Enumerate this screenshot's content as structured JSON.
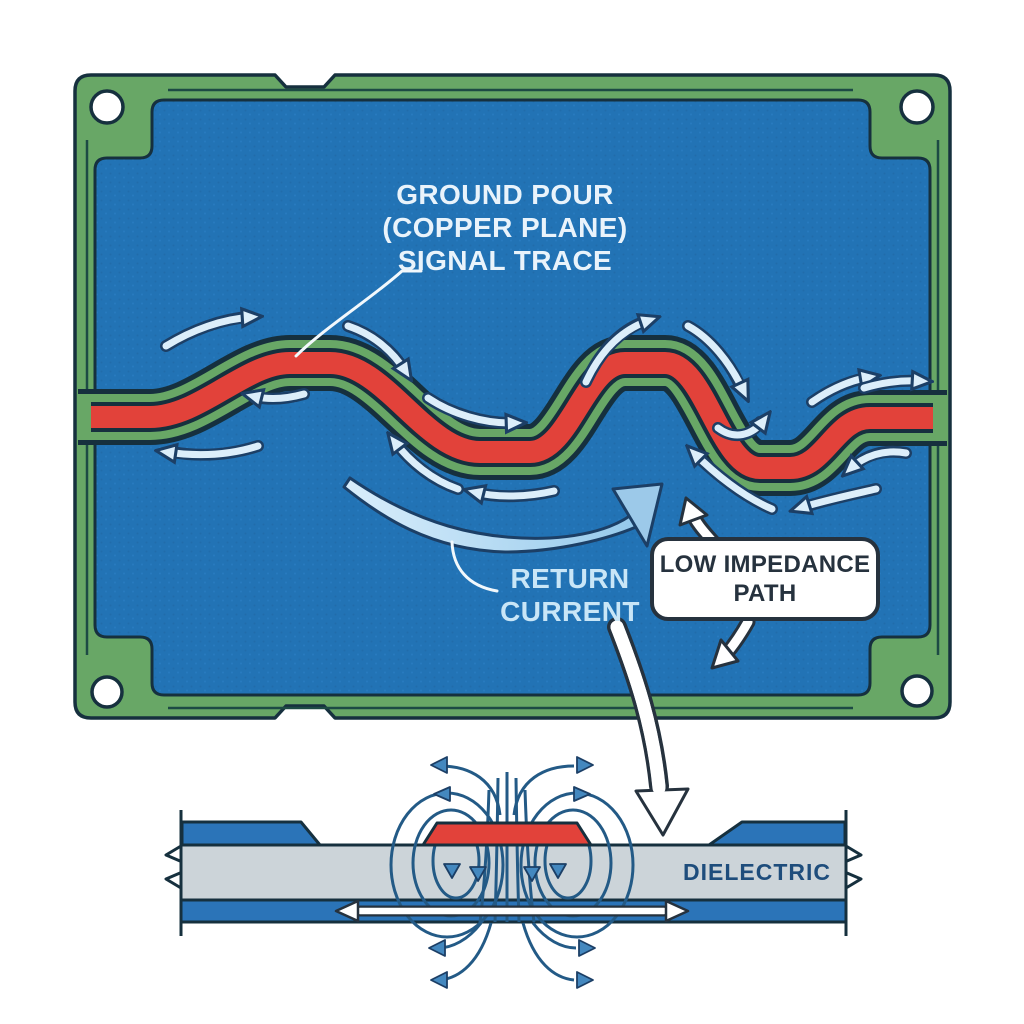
{
  "board": {
    "ground_pour_label": {
      "line1": "GROUND POUR",
      "line2": "(COPPER PLANE)"
    },
    "signal_trace_label": "SIGNAL TRACE",
    "return_current_label": {
      "line1": "RETURN",
      "line2": "CURRENT"
    },
    "low_impedance_callout": {
      "line1": "LOW IMPEDANCE",
      "line2": "PATH"
    }
  },
  "cross_section": {
    "dielectric_label": "DIELECTRIC"
  },
  "colors": {
    "board_green": "#68a766",
    "copper_pour_blue": "#2273b5",
    "signal_trace_red": "#e2423a",
    "outline_dark": "#16303e",
    "current_arrow_light_blue": "#dceefa",
    "return_swoosh_blue": "#9cc9e9",
    "field_line_blue": "#235a86",
    "field_arrowhead_blue": "#4488bf",
    "dielectric_gray": "#ccd4d9",
    "copper_layer_blue": "#2b74b8",
    "callout_text": "#26323e",
    "label_text_light": "#e9f3fb",
    "return_label_blue": "#c9e6f7"
  }
}
